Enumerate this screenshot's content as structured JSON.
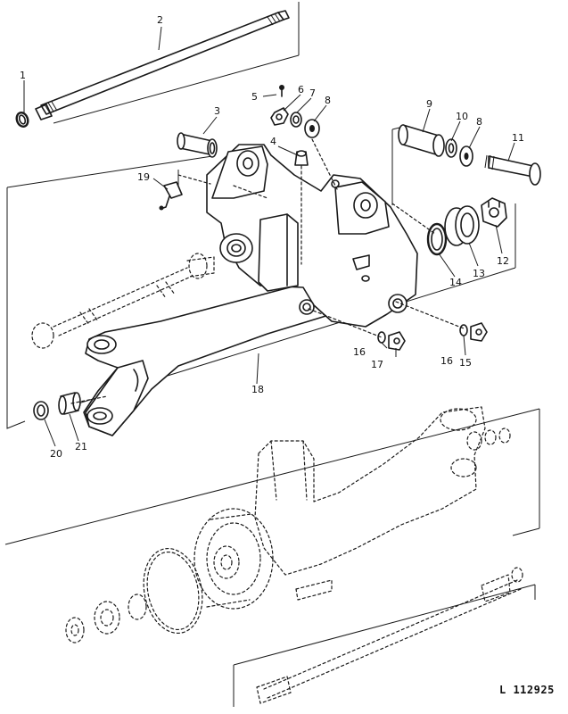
{
  "callouts": {
    "c1": "1",
    "c2": "2",
    "c3": "3",
    "c4": "4",
    "c5": "5",
    "c6": "6",
    "c7": "7",
    "c8a": "8",
    "c8b": "8",
    "c9": "9",
    "c10": "10",
    "c11": "11",
    "c12": "12",
    "c13": "13",
    "c14": "14",
    "c15": "15",
    "c16a": "16",
    "c16b": "16",
    "c17": "17",
    "c18": "18",
    "c19": "19",
    "c20": "20",
    "c21": "21"
  },
  "drawing_number": "L 112925"
}
